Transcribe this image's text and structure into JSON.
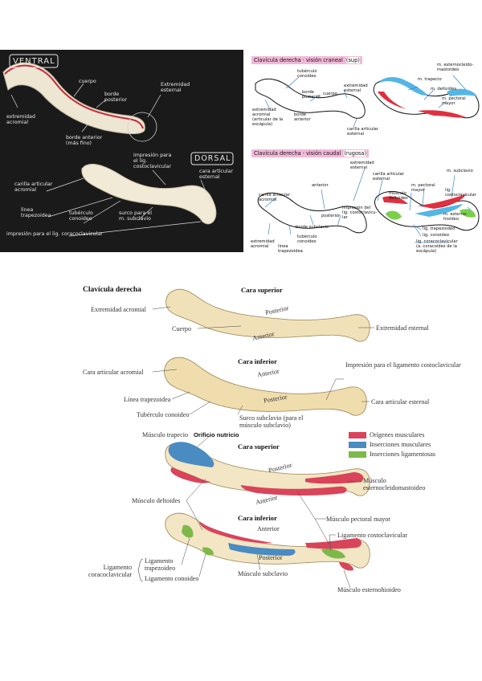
{
  "dark_panel": {
    "ventral_title": "VENTRAL",
    "dorsal_title": "DORSAL",
    "labels": {
      "cuerpo": "cuerpo",
      "borde_posterior": "borde\nposterior",
      "extremidad_esternal": "Extremidad\nesternal",
      "extremidad_acromial": "extremidad\nacromial",
      "borde_anterior": "borde anterior\n(más fino)",
      "impresion_lig_costoclavicular": "impresión para\nel lig.\ncostoclavicular",
      "cara_articular_esternal": "cara articular\nesternal",
      "carilla_articular_acromial": "carilla articular\nacromial",
      "linea_trapezoidea": "línea\ntrapezoidea",
      "tuberculo_conoideo": "tubérculo\nconoideo",
      "surco_subclavio": "surco para el\nm. subclavio",
      "footer": "impresión para el lig. coracoclavicular"
    }
  },
  "cranial_panel": {
    "title": "Clavícula derecha · visión craneal",
    "title_note": "(sup)",
    "labels": {
      "tuberculo_conoideo": "tubérculo\nconoideo",
      "borde_posterior": "borde\nposterior",
      "cuerpo": "cuerpo",
      "extremidad_esternal": "extremidad\nesternal",
      "extremidad_acromial": "extremidad\nacromial\n(articular de la\nescápula)",
      "borde_anterior": "borde\nanterior",
      "carilla_articular_esternal": "carilla articular\nesternal",
      "m_trapecio": "m. trapecio",
      "m_deltoides": "m. deltoides",
      "m_esternocleido": "m. esternocleido-\nmastoideo",
      "m_pectoral_mayor": "m. pectoral\nmayor"
    }
  },
  "caudal_panel": {
    "title": "Clavícula derecha · visión caudal",
    "title_note": "(rugosa)",
    "labels": {
      "anterior": "anterior",
      "extremidad_esternal": "extremidad\nesternal",
      "carilla_articular_esternal": "carilla articular\nesternal",
      "carilla_articular_acromial": "carilla articular\nacromial",
      "posterior": "posterior",
      "impresion": "impresión del\nlig. costoclavicu-\nlar",
      "borde_subclavio": "borde subclavio",
      "extremidad_acromial": "extremidad\nacromial",
      "linea_trapezoidea": "línea\ntrapezoidea",
      "tuberculo_conoideo": "tubérculo\nconoideo",
      "m_subclavio": "m. subclavio",
      "m_pectoral_mayor": "m. pectoral\nmayor",
      "musculo_deltoides": "músculo\ndeltoides",
      "lig_costoclavicular": "lig.\ncostoclavicular",
      "m_esterno_hioideo": "m. esterno-\nhioideo",
      "lig_trapezoideo": "lig. trapezoideo",
      "lig_conoideo": "lig. conoideo",
      "lig_coracoclavicular": "lig. coracoclavicular\n(a. coracoides de la\nescápula)"
    }
  },
  "atlas": {
    "title": "Clavícula derecha",
    "cara_superior": "Cara superior",
    "cara_inferior": "Cara inferior",
    "cara_superior_2": "Cara superior",
    "cara_inferior_2": "Cara inferior",
    "orificio_nutricio": "Orificio nutricio",
    "labels": {
      "extremidad_acromial": "Extremidad acromial",
      "posterior_1": "Posterior",
      "cuerpo": "Cuerpo",
      "anterior_1": "Anterior",
      "extremidad_esternal": "Extremidad esternal",
      "cara_articular_acromial": "Cara articular acromial",
      "anterior_2": "Anterior",
      "impresion_lig": "Impresión para el ligamento\ncostoclavicular",
      "linea_trapezoidea": "Línea trapezoidea",
      "posterior_2": "Posterior",
      "cara_articular_esternal": "Cara articular esternal",
      "tuberculo_conoideo": "Tubérculo conoideo",
      "surco_subclavio": "Surco subclavio (para el\nmúsculo subclavio)",
      "musculo_trapecio": "Músculo trapecio",
      "posterior_3": "Posterior",
      "musculo_ecm": "Músculo\nesternocleidomastoideo",
      "musculo_deltoides": "Músculo deltoides",
      "anterior_3": "Anterior",
      "musculo_pectoral_mayor": "Músculo pectoral mayor",
      "anterior_4": "Anterior",
      "ligamento_costoclavicular": "Ligamento costoclavicular",
      "ligamento_trapezoideo": "Ligamento\ntrapezoideo",
      "ligamento_coracoclavicular": "Ligamento\ncoracoclavicular",
      "posterior_4": "Posterior",
      "ligamento_conoideo": "Ligamento conoideo",
      "musculo_subclavio": "Músculo subclavio",
      "musculo_esternohioideo": "Músculo esternohioideo"
    },
    "legend": [
      {
        "label": "Orígenes musculares",
        "color": "#d9445a"
      },
      {
        "label": "Inserciones musculares",
        "color": "#4a8bc2"
      },
      {
        "label": "Inserciones ligamentosas",
        "color": "#7db94a"
      }
    ]
  }
}
